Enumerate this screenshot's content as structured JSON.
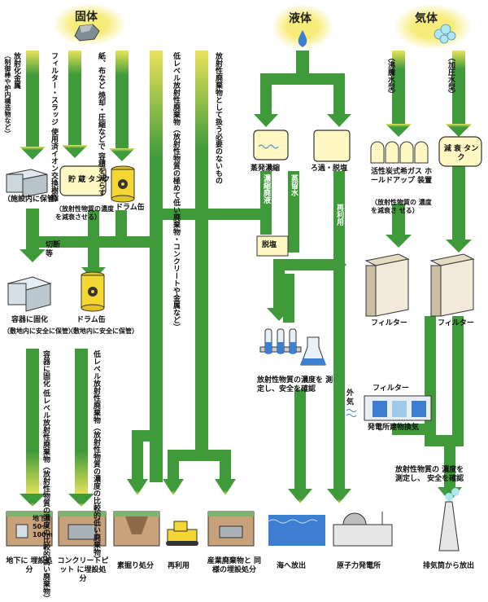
{
  "phases": {
    "solid": "固体",
    "liquid": "液体",
    "gas": "気体"
  },
  "solid": {
    "col1": "放射化金属",
    "col1_sub": "（制御棒や炉内構造物など）",
    "col2": "フィルター・スラッジ 使用済イオン交換樹脂",
    "col3": "紙、布など 焼却・圧縮などで 容積を減らす",
    "col4": "低レベル放射性廃棄物（放射性物質の極めて低い廃棄物・コンクリートや金属など）",
    "col5": "放射性廃棄物として扱う必要のないもの",
    "keep": "（施設内に保管）",
    "storage_tank": "貯 蔵 タンク",
    "storage_note": "（放射性物質の濃度を減衰させる）",
    "drum1": "ドラム缶",
    "cut": "切断等",
    "solidify": "容器に固化",
    "solidify_note": "（敷地内に安全に保管）",
    "drum2": "ドラム缶",
    "drum2_note": "（敷地内に安全に保管）",
    "col1_low": "容器に固化 低レベル放射性廃棄物（放射性物質の濃度の比較的高い廃棄物）",
    "col2_low": "低レベル放射性廃棄物（放射性物質の濃度の比較的低い廃棄物）"
  },
  "liquid": {
    "evaporator": "蒸発濃縮",
    "filter": "ろ過・脱塩",
    "conc": "濃縮廃液",
    "distill": "蒸留水",
    "desalt": "脱塩",
    "reuse": "再利用",
    "measure": "放射性物質の濃度を 測定し、安全を確認"
  },
  "gas": {
    "col1": "（沸騰水型）",
    "col2": "（加圧水型）",
    "decay_tank": "減 衰 タンク",
    "charcoal": "活性炭式希ガス ホールドアップ 装置",
    "charcoal_note": "（放射性物質の 濃度を減衰さ せる）",
    "filter1": "フィルター",
    "filter2": "フィルター",
    "filter3": "フィルター",
    "outside_air": "外気",
    "ventilation": "発電所建物換気",
    "measure": "放射性物質の 濃度を測定し、 安全を確認"
  },
  "disposal": {
    "underground": "地下に 埋設処分",
    "depth": "地下 50～ 100m",
    "pit": "コンクリートピット に埋設処分",
    "trench": "素掘り処分",
    "reuse": "再利用",
    "industrial": "産業廃棄物と 同様の埋設処分",
    "sea": "海へ放出",
    "plant": "原子力発電所",
    "stack": "排気筒から放出"
  },
  "colors": {
    "arrow": "#3f9a3a",
    "arrow_light": "#e7e05a",
    "phase_bubble": "#f7ec7a",
    "icon_blue": "#3c7fd0"
  }
}
